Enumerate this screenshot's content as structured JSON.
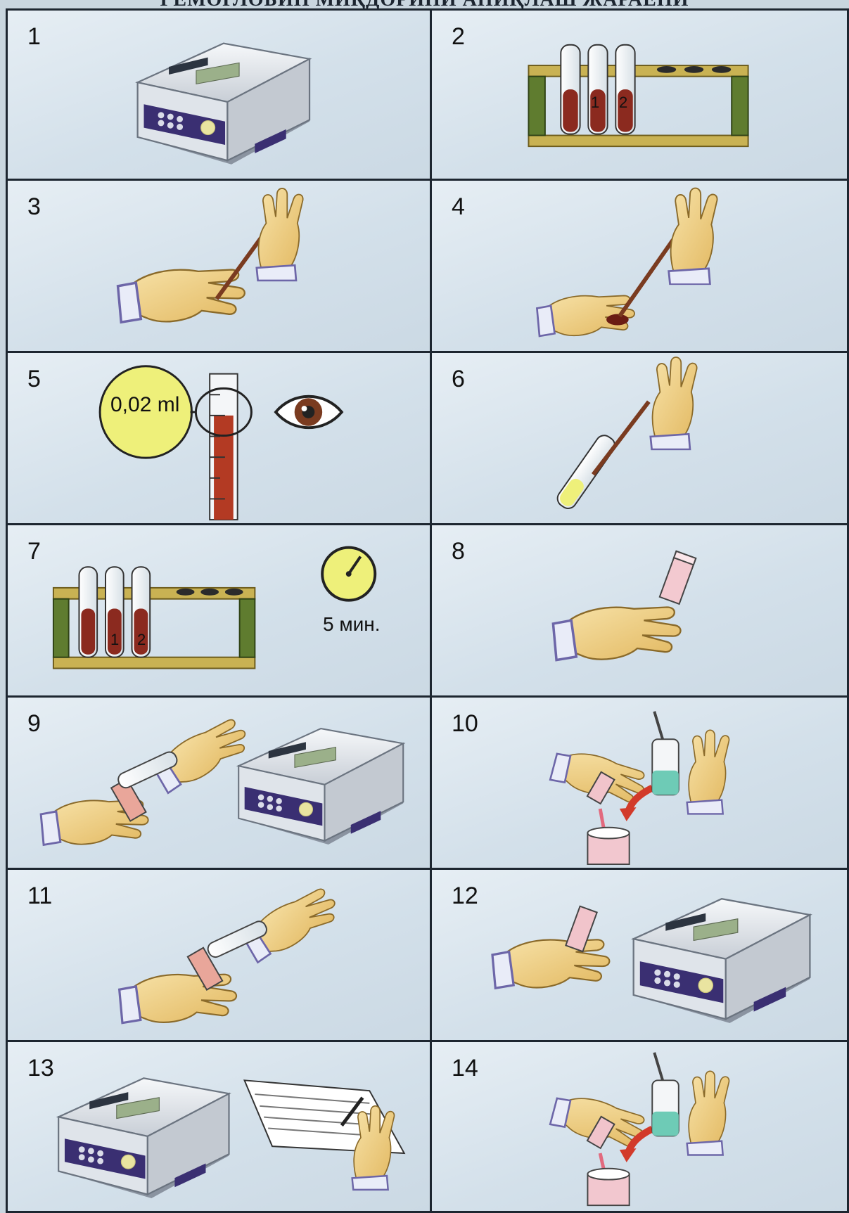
{
  "page": {
    "title": "ГЕМОГЛОБИН МИҚДОРИНИ АНИҚЛАШ ЖАРАЁНИ"
  },
  "steps": [
    {
      "number": "1",
      "icon": "photometer-icon"
    },
    {
      "number": "2",
      "icon": "test-tube-rack-icon",
      "tube_labels": [
        "1",
        "2"
      ]
    },
    {
      "number": "3",
      "icon": "finger-prick-pipette-icon"
    },
    {
      "number": "4",
      "icon": "pipette-blood-icon"
    },
    {
      "number": "5",
      "icon": "graduated-pipette-icon",
      "dose_label": "0,02 ml"
    },
    {
      "number": "6",
      "icon": "pipette-into-tube-icon"
    },
    {
      "number": "7",
      "icon": "test-tube-rack-timer-icon",
      "tube_labels": [
        "1",
        "2"
      ],
      "time_label": "5 мин."
    },
    {
      "number": "8",
      "icon": "cuvette-hand-icon"
    },
    {
      "number": "9",
      "icon": "pour-into-cuvette-photometer-icon"
    },
    {
      "number": "10",
      "icon": "wash-cuvette-icon"
    },
    {
      "number": "11",
      "icon": "pour-into-cuvette-icon"
    },
    {
      "number": "12",
      "icon": "cuvette-photometer-icon"
    },
    {
      "number": "13",
      "icon": "photometer-record-results-icon"
    },
    {
      "number": "14",
      "icon": "wash-cuvette-icon"
    }
  ],
  "colors": {
    "grid_border": "#1d2630",
    "blood": "#8b2a1f",
    "rack_wood": "#c9b253",
    "rack_green": "#5f7c2f",
    "device_shell": "#e8ecf0",
    "device_keypad": "#3a2f72",
    "skin": "#f2d28a",
    "cuff": "#7a6bb8",
    "circle_yellow": "#eef07a"
  }
}
